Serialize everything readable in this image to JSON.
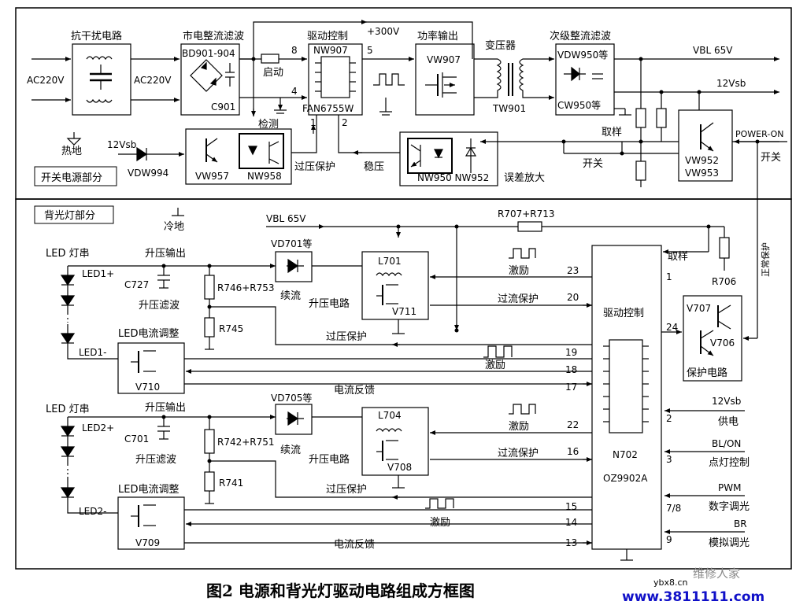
{
  "caption": "图2  电源和背光灯驱动电路组成方框图",
  "watermark": {
    "brand": "维修人家",
    "small": "ybx8.cn",
    "url": "www.3811111.com"
  },
  "power_section": {
    "label": "开关电源部分",
    "ac_in": "AC220V",
    "ac_mid": "AC220V",
    "emi_title": "抗干扰电路",
    "rect_title": "市电整流滤波",
    "rect_part": "BD901-904",
    "rect_cap": "C901",
    "start_label": "启动",
    "detect_label": "检测",
    "hot_ground": "热地",
    "plus300": "+300V",
    "drv_title": "驱动控制",
    "drv_part": "NW907",
    "drv_chip": "FAN6755W",
    "pins": {
      "p8": "8",
      "p4": "4",
      "p5": "5",
      "p1": "1",
      "p2": "2"
    },
    "pwr_out_title": "功率输出",
    "pwr_out_part": "VW907",
    "xfmr_title": "变压器",
    "xfmr_part": "TW901",
    "sec_title": "次级整流滤波",
    "sec_part1": "VDW950等",
    "sec_part2": "CW950等",
    "vbl": "VBL  65V",
    "v12sb": "12Vsb",
    "sample": "取样",
    "switch_label": "开关",
    "power_on": "POWER-ON",
    "switch_label2": "开关",
    "vw952": "VW952",
    "vw953": "VW953",
    "v12sb_left": "12Vsb",
    "vdw994": "VDW994",
    "vw957": "VW957",
    "nw958": "NW958",
    "ovp": "过压保护",
    "stab": "稳压",
    "nw950": "NW950  NW952",
    "err_amp": "误差放大"
  },
  "backlight_section": {
    "label": "背光灯部分",
    "cold_ground": "冷地",
    "vbl": "VBL  65V",
    "r707": "R707+R713",
    "sample": "取样",
    "r706": "R706",
    "normal_protect": "正常保护",
    "ch1": {
      "led_string": "LED 灯串",
      "boost_out": "升压输出",
      "vd": "VD701等",
      "led_plus": "LED1+",
      "cap": "C727",
      "boost_filter": "升压滤波",
      "r_top": "R746+R753",
      "freewheel": "续流",
      "r_bot": "R745",
      "inductor": "L701",
      "boost_circ": "升压电路",
      "mosfet": "V711",
      "drive": "激励",
      "ocp": "过流保护",
      "ovp": "过压保护",
      "led_minus": "LED1-",
      "cur_adj": "LED电流调整",
      "adj_part": "V710",
      "drive2": "激励",
      "fb": "电流反馈"
    },
    "ch2": {
      "led_string": "LED 灯串",
      "boost_out": "升压输出",
      "vd": "VD705等",
      "led_plus": "LED2+",
      "cap": "C701",
      "boost_filter": "升压滤波",
      "r_top": "R742+R751",
      "freewheel": "续流",
      "r_bot": "R741",
      "inductor": "L704",
      "boost_circ": "升压电路",
      "mosfet": "V708",
      "drive": "激励",
      "ocp": "过流保护",
      "ovp": "过压保护",
      "led_minus": "LED2-",
      "cur_adj": "LED电流调整",
      "adj_part": "V709",
      "drive2": "激励",
      "fb": "电流反馈"
    },
    "ic": {
      "title": "驱动控制",
      "part": "N702",
      "chip": "OZ9902A",
      "pins_left": [
        "23",
        "20",
        "19",
        "18",
        "17",
        "22",
        "16",
        "15",
        "14",
        "13"
      ],
      "pins_right": [
        "1",
        "24",
        "2",
        "3",
        "7/8",
        "9"
      ]
    },
    "protect": {
      "v707": "V707",
      "v706": "V706",
      "title": "保护电路"
    },
    "inputs": {
      "v12sb": "12Vsb",
      "supply": "供电",
      "bl_on": "BL/ON",
      "light_ctrl": "点灯控制",
      "pwm": "PWM",
      "digital_dim": "数字调光",
      "br": "BR",
      "analog_dim": "模拟调光"
    }
  }
}
